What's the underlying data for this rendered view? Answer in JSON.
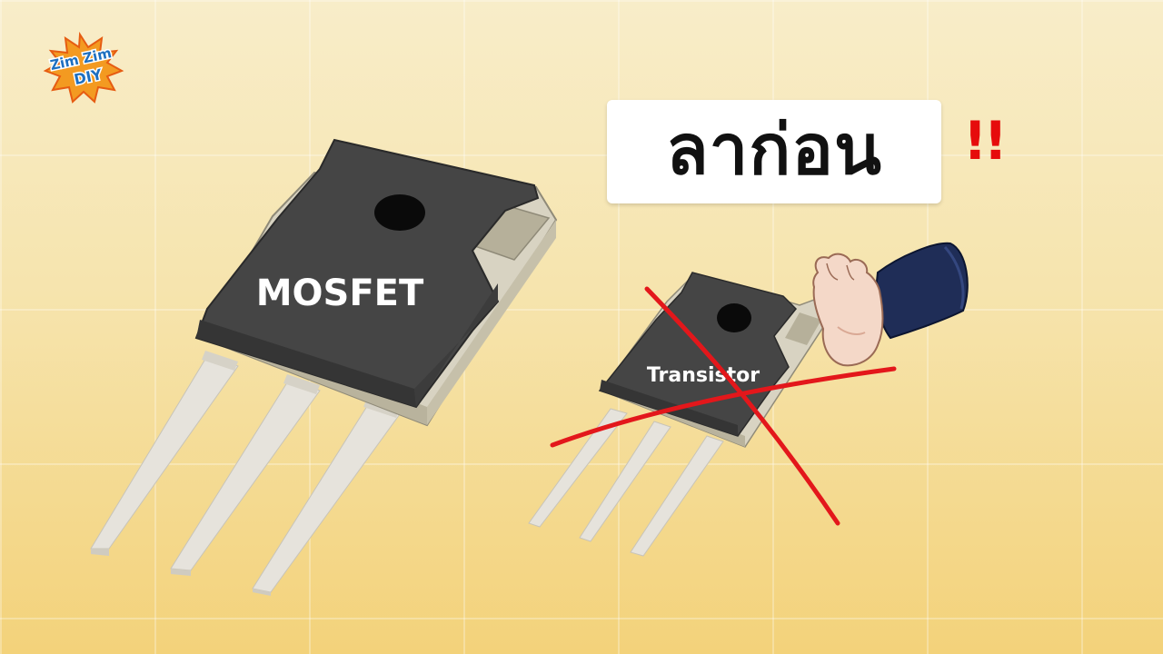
{
  "logo": {
    "line1": "Zim Zim",
    "line2": "DIY"
  },
  "headline": {
    "text": "ลาก่อน",
    "exclaim": "!!"
  },
  "mosfet": {
    "label": "MOSFET"
  },
  "transistor": {
    "label": "Transistor"
  },
  "colors": {
    "body": "#454545",
    "tab": "#d8d3c2",
    "tab_edge": "#b9b39d",
    "leg": "#e6e3dc",
    "cross": "#e3171b",
    "badge": "#f39a21",
    "badge_text": "#1d6fc0"
  },
  "icons": {
    "logo": "starburst-logo-icon",
    "cross": "red-x-cross-icon",
    "foot": "kicking-foot-icon"
  }
}
